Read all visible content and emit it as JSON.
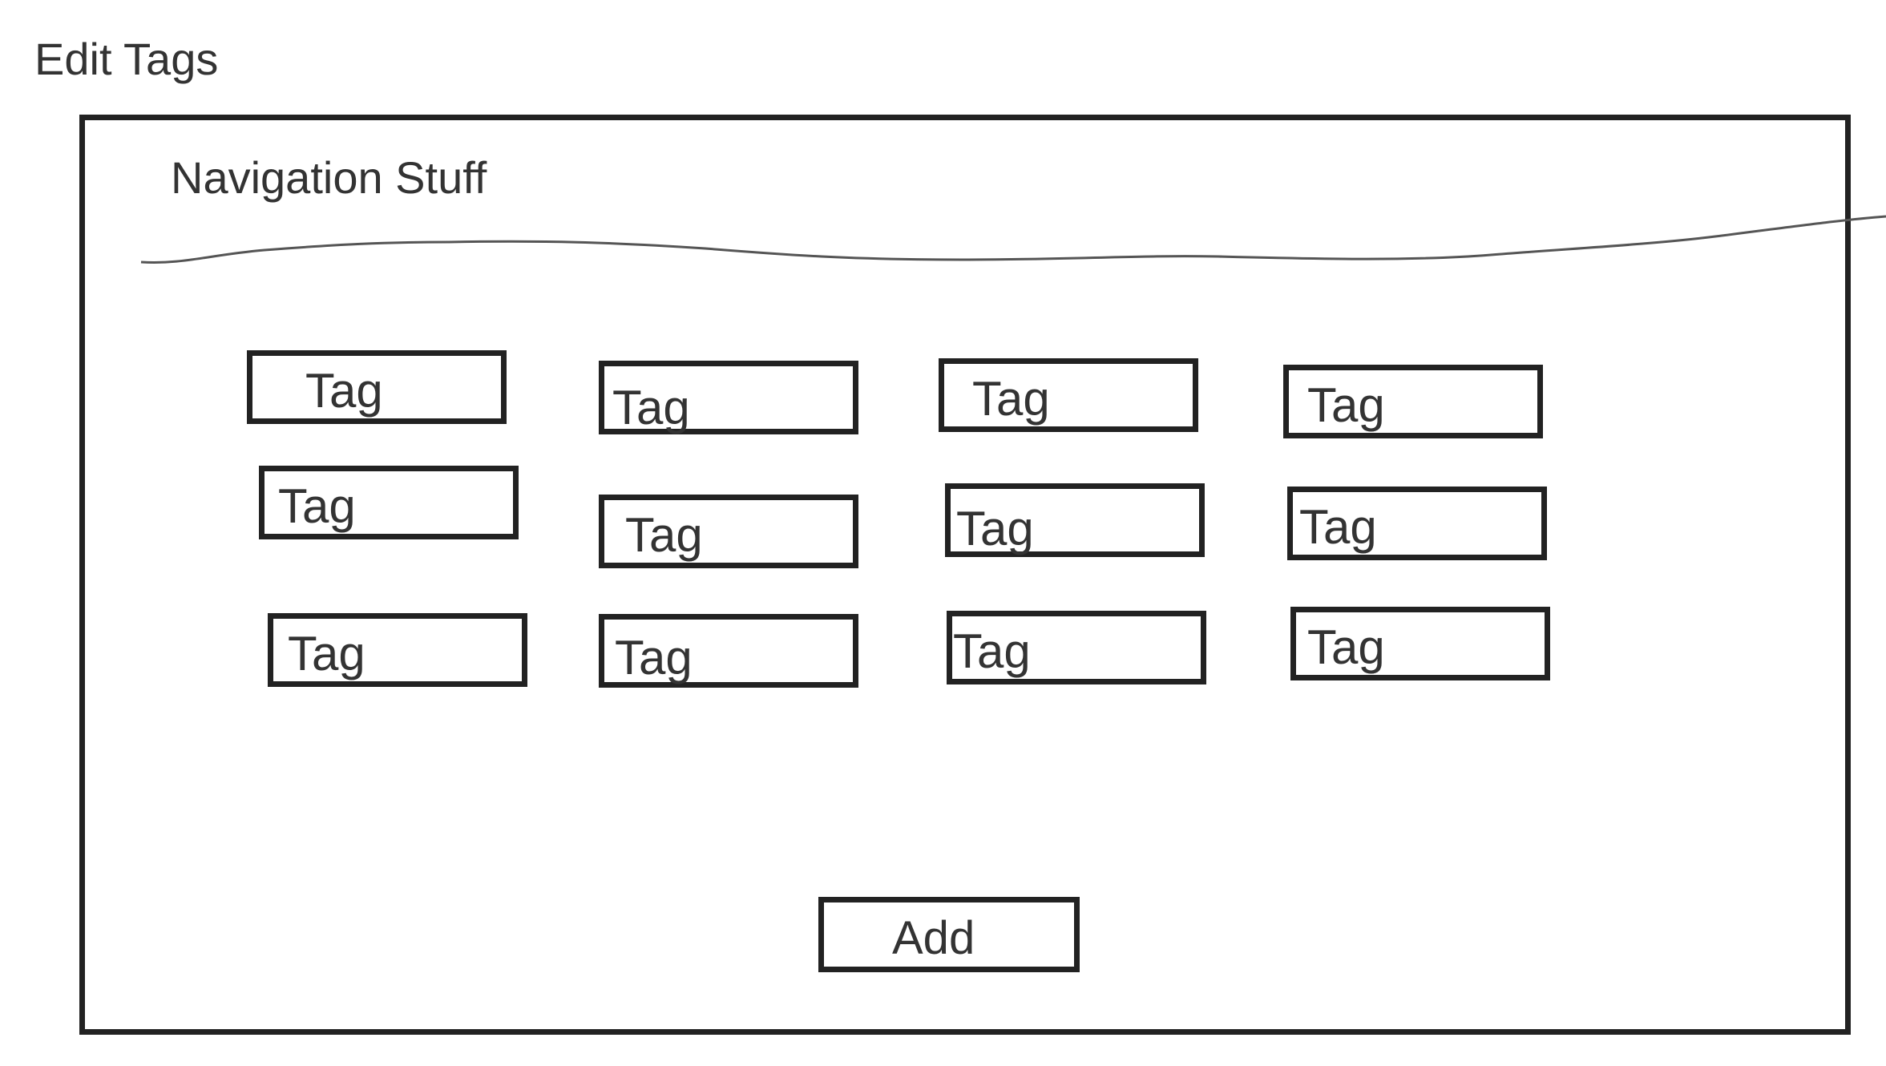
{
  "page": {
    "title": "Edit Tags"
  },
  "panel": {
    "heading": "Navigation Stuff"
  },
  "tags": [
    {
      "label": "Tag"
    },
    {
      "label": "Tag"
    },
    {
      "label": "Tag"
    },
    {
      "label": "Tag"
    },
    {
      "label": "Tag"
    },
    {
      "label": "Tag"
    },
    {
      "label": "Tag"
    },
    {
      "label": "Tag"
    },
    {
      "label": "Tag"
    },
    {
      "label": "Tag"
    },
    {
      "label": "Tag"
    },
    {
      "label": "Tag"
    }
  ],
  "actions": {
    "add_label": "Add"
  },
  "colors": {
    "stroke": "#222222",
    "text": "#333333",
    "background": "#ffffff"
  }
}
